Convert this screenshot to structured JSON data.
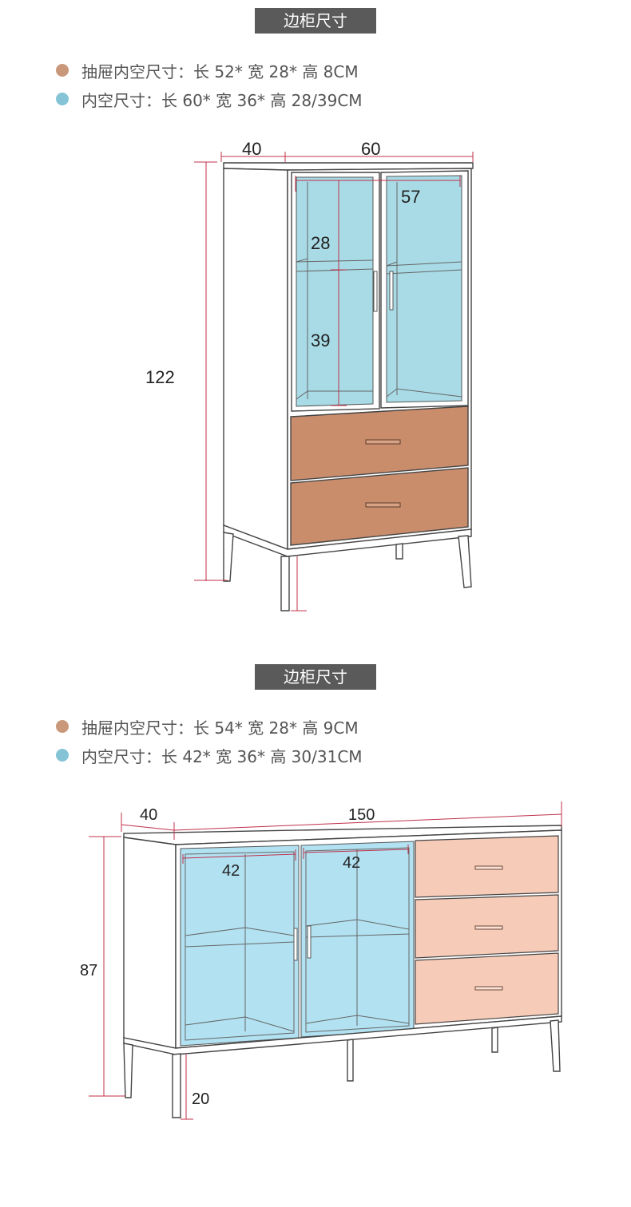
{
  "section1": {
    "tag": "边柜尺寸",
    "legend": [
      {
        "color": "#c9987a",
        "text": "抽屉内空尺寸：长 52* 宽 28* 高 8CM"
      },
      {
        "color": "#85c4d6",
        "text": "内空尺寸：长 60* 宽 36* 高 28/39CM"
      }
    ],
    "dims": {
      "depth": "40",
      "width": "60",
      "height": "122",
      "inner_width": "57",
      "upper": "28",
      "lower": "39"
    }
  },
  "section2": {
    "tag": "边柜尺寸",
    "legend": [
      {
        "color": "#c9987a",
        "text": "抽屉内空尺寸：长 54* 宽 28* 高 9CM"
      },
      {
        "color": "#85c4d6",
        "text": "内空尺寸：长 42* 宽 36* 高 30/31CM"
      }
    ],
    "dims": {
      "depth": "40",
      "width": "150",
      "height": "87",
      "inner_left": "42",
      "inner_right": "42",
      "leg": "20"
    }
  },
  "colors": {
    "glass_1": "#a8dbe6",
    "drawer_1": "#c98d6c",
    "glass_2": "#b2e2f2",
    "drawer_2": "#f6cbb8",
    "dim_line": "#c0304a"
  }
}
